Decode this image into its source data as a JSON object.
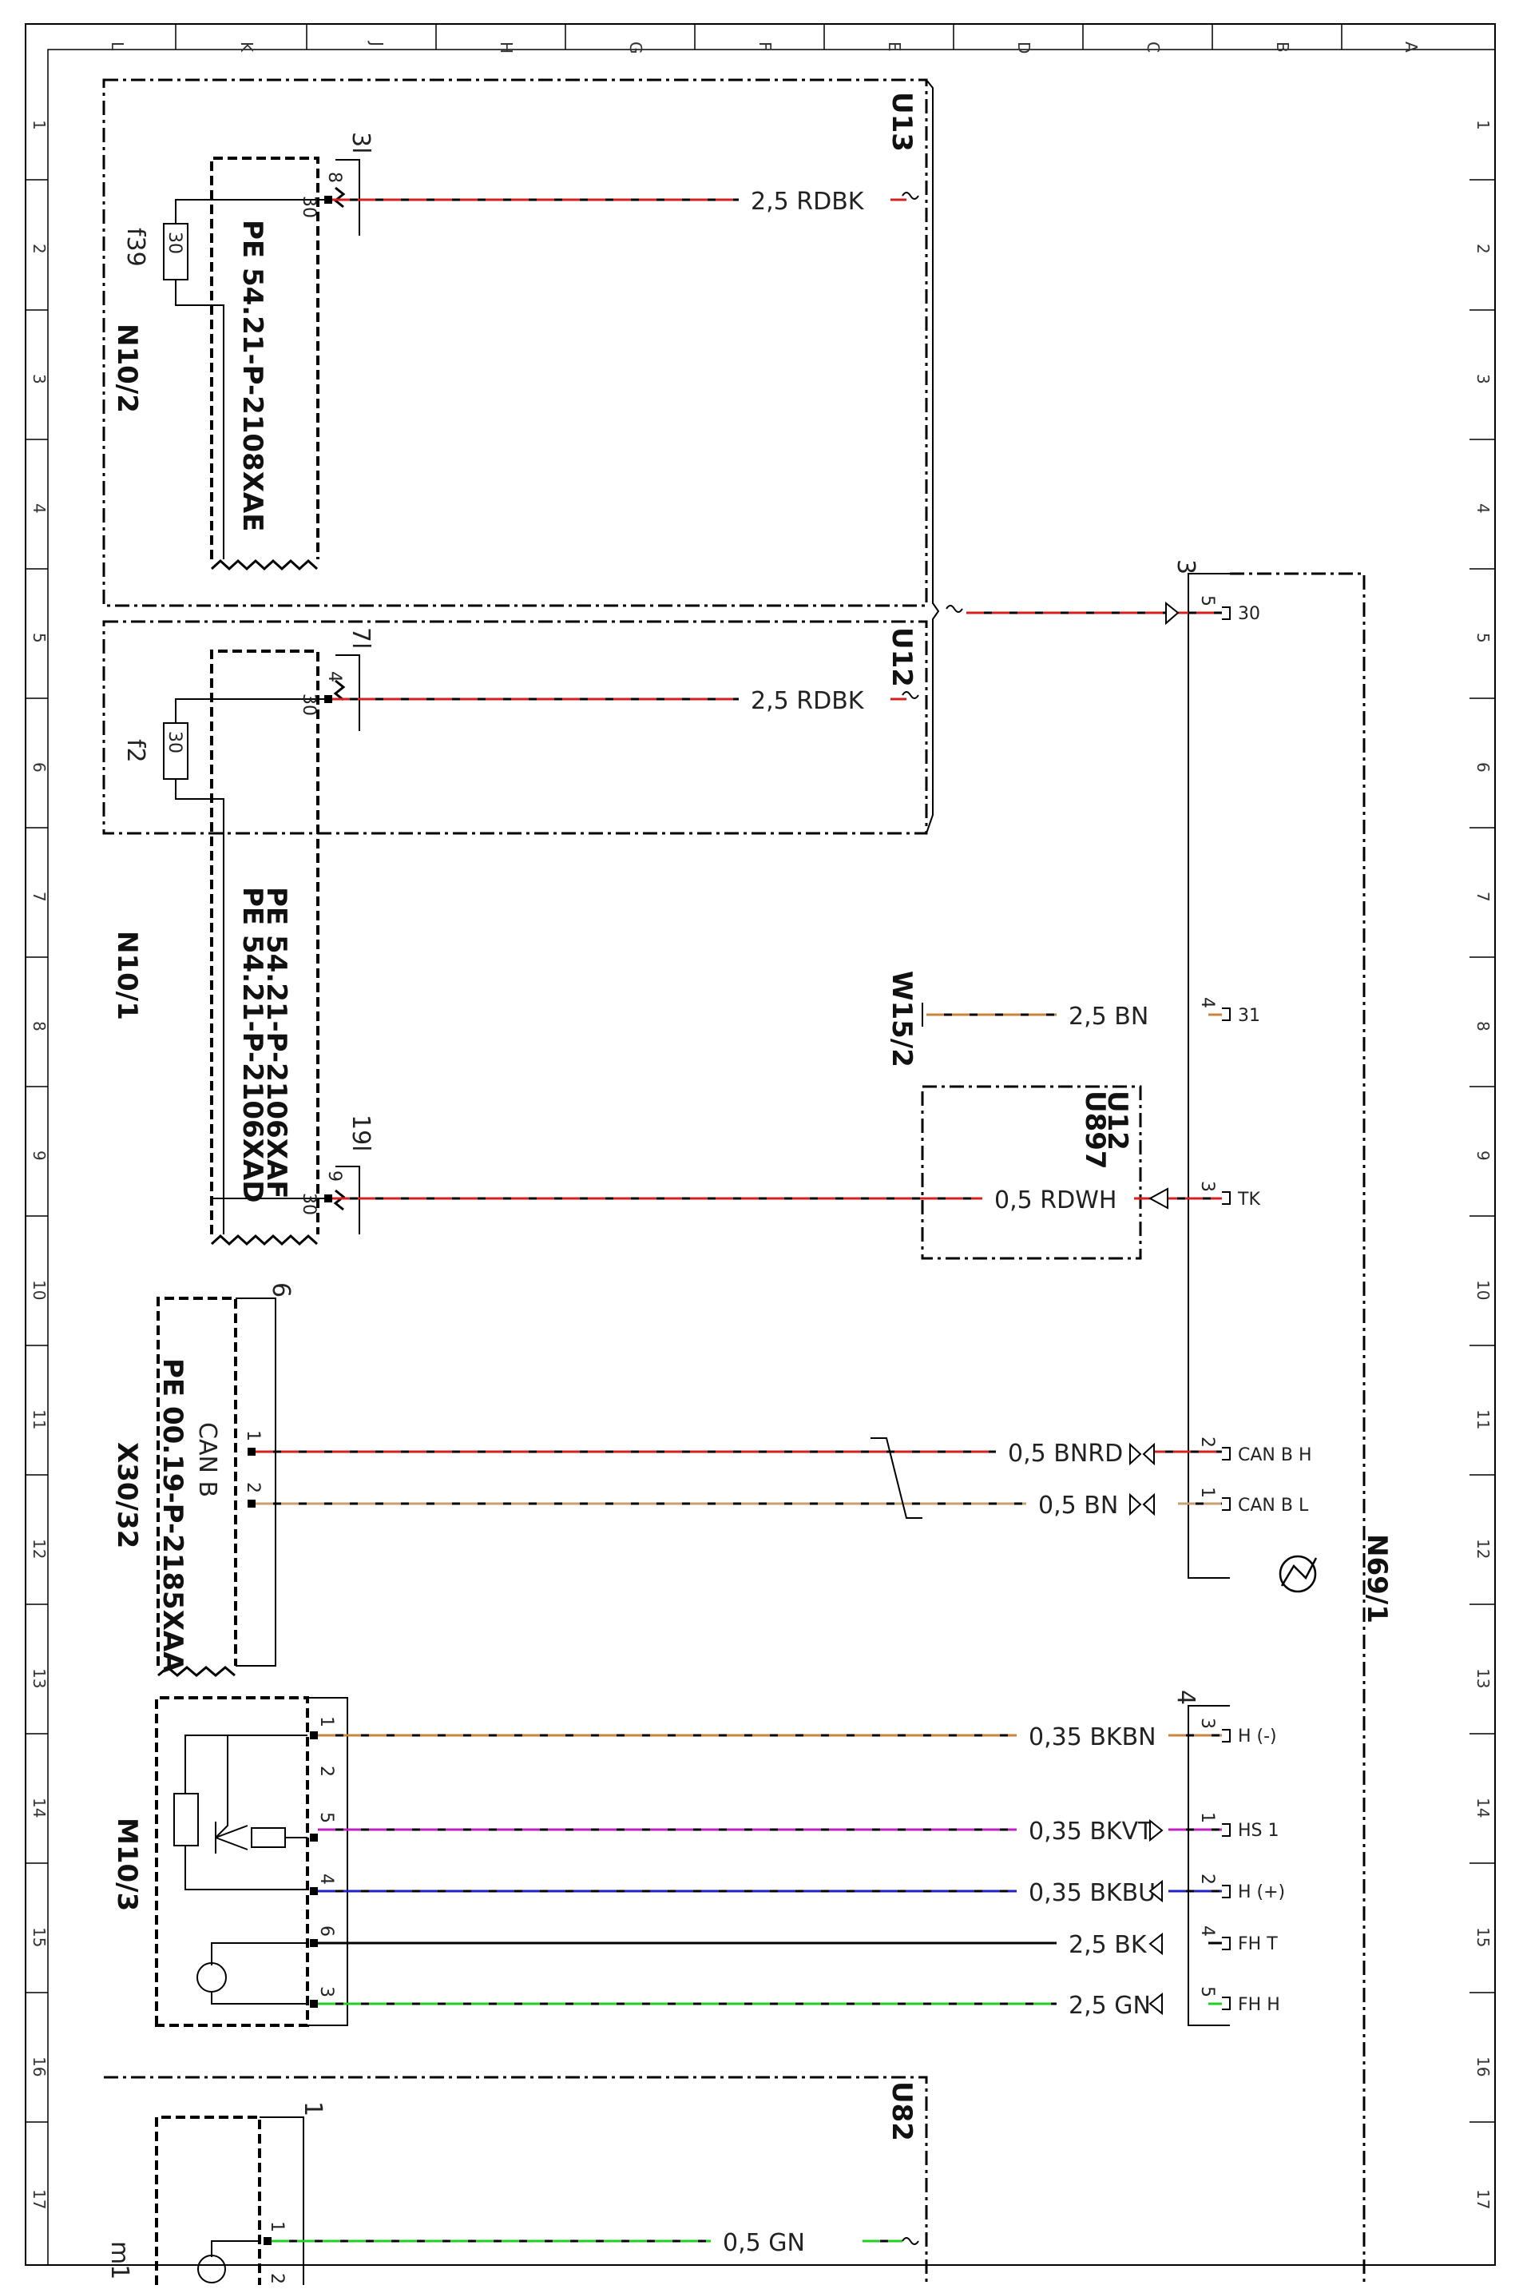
{
  "grid": {
    "columns": [
      "L",
      "K",
      "J",
      "H",
      "G",
      "F",
      "E",
      "D",
      "C",
      "B",
      "A"
    ],
    "rows": [
      "1",
      "2",
      "3",
      "4",
      "5",
      "6",
      "7",
      "8",
      "9",
      "10",
      "11",
      "12",
      "13",
      "14",
      "15",
      "16",
      "17"
    ]
  },
  "components": {
    "u13": "U13",
    "u12_top": "U12",
    "u12_box": "U12",
    "u897": "U897",
    "u82": "U82",
    "n10_2": "N10/2",
    "n10_1": "N10/1",
    "n69_1": "N69/1",
    "w15_2": "W15/2",
    "x30_32": "X30/32",
    "m10_3": "M10/3",
    "m1": "m1",
    "f39": "f39",
    "f2": "f2"
  },
  "references": {
    "pe_2108": "PE 54.21-P-2108XAE",
    "pe_2106ad": "PE 54.21-P-2106XAD",
    "pe_2106af": "PE 54.21-P-2106XAF",
    "pe_2185": "PE 00.19-P-2185XAA"
  },
  "fuses": {
    "f39_rating": "30",
    "f2_rating": "30"
  },
  "connectors": {
    "c3": "3",
    "c4": "4",
    "c6": "6",
    "c1": "1",
    "c3l": "3l",
    "c7l": "7l",
    "c19l": "19l"
  },
  "bus": {
    "can_label": "CAN B"
  },
  "wires": [
    {
      "id": "w1",
      "label": "2,5 RDBK",
      "color": "#d62020"
    },
    {
      "id": "w2",
      "label": "2,5 RDBK",
      "color": "#d62020"
    },
    {
      "id": "w3",
      "label": "2,5 BN",
      "color": "#c8843c"
    },
    {
      "id": "w4",
      "label": "0,5 RDWH",
      "color": "#d62020"
    },
    {
      "id": "w5",
      "label": "0,5 BNRD",
      "color": "#d62020"
    },
    {
      "id": "w6",
      "label": "0,5 BN",
      "color": "#c8a070"
    },
    {
      "id": "w7",
      "label": "0,35 BKBN",
      "color": "#c8843c"
    },
    {
      "id": "w8",
      "label": "0,35 BKVT",
      "color": "#c020c0"
    },
    {
      "id": "w9",
      "label": "0,35 BKBU",
      "color": "#2020c8"
    },
    {
      "id": "w10",
      "label": "2,5 BK",
      "color": "#000000"
    },
    {
      "id": "w11",
      "label": "2,5 GN",
      "color": "#20d020"
    },
    {
      "id": "w12",
      "label": "0,5 GN",
      "color": "#20d020"
    }
  ],
  "n69_pins": [
    {
      "pin": "5",
      "signal": "30"
    },
    {
      "pin": "4",
      "signal": "31"
    },
    {
      "pin": "3",
      "signal": "TK"
    },
    {
      "pin": "2",
      "signal": "CAN B H"
    },
    {
      "pin": "1",
      "signal": "CAN B L"
    },
    {
      "pin": "3",
      "signal": "H (-)"
    },
    {
      "pin": "1",
      "signal": "HS 1"
    },
    {
      "pin": "2",
      "signal": "H (+)"
    },
    {
      "pin": "4",
      "signal": "FH T"
    },
    {
      "pin": "5",
      "signal": "FH H"
    }
  ],
  "left_pins": {
    "u13_pin": "8",
    "u13_term": "30",
    "u12_pin": "4",
    "u12_term": "30",
    "u897_pin": "9",
    "u897_term": "30",
    "x30_p1": "1",
    "x30_p2": "2",
    "m10_p1": "1",
    "m10_p2": "2",
    "m10_p5": "5",
    "m10_p4": "4",
    "m10_p6": "6",
    "m10_p3": "3",
    "m1_p1": "1",
    "m1_p2": "2"
  }
}
